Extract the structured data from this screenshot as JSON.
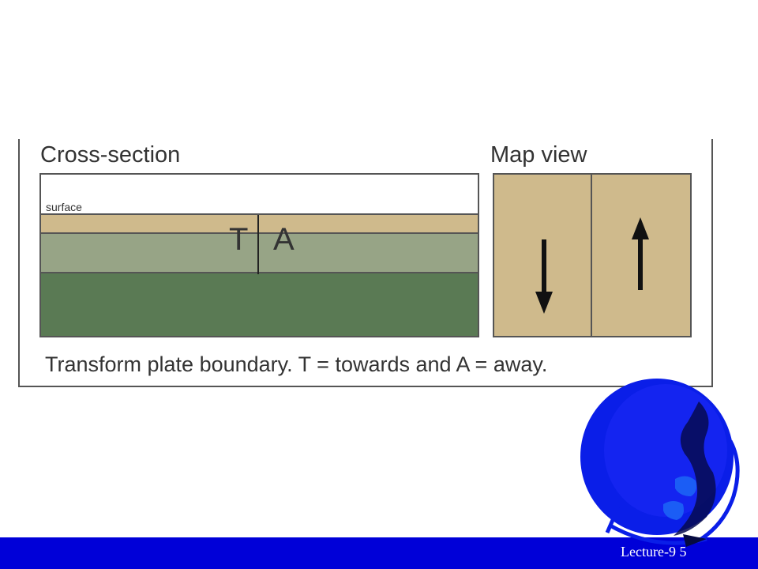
{
  "figure": {
    "cross_section": {
      "title": "Cross-section",
      "surface_label": "surface",
      "left_letter": "T",
      "right_letter": "A"
    },
    "map_view": {
      "title": "Map view",
      "left_arrow": "down",
      "right_arrow": "up"
    },
    "caption": "Transform plate boundary.  T = towards and A = away."
  },
  "colors": {
    "crust_tan": "#cfba8c",
    "layer_light_green": "#97a486",
    "layer_dark_green": "#5a7a54",
    "footer_blue": "#0000d8",
    "globe_blue": "#0a1ee8"
  },
  "footer": {
    "slide_label": "Lecture-9  5"
  }
}
